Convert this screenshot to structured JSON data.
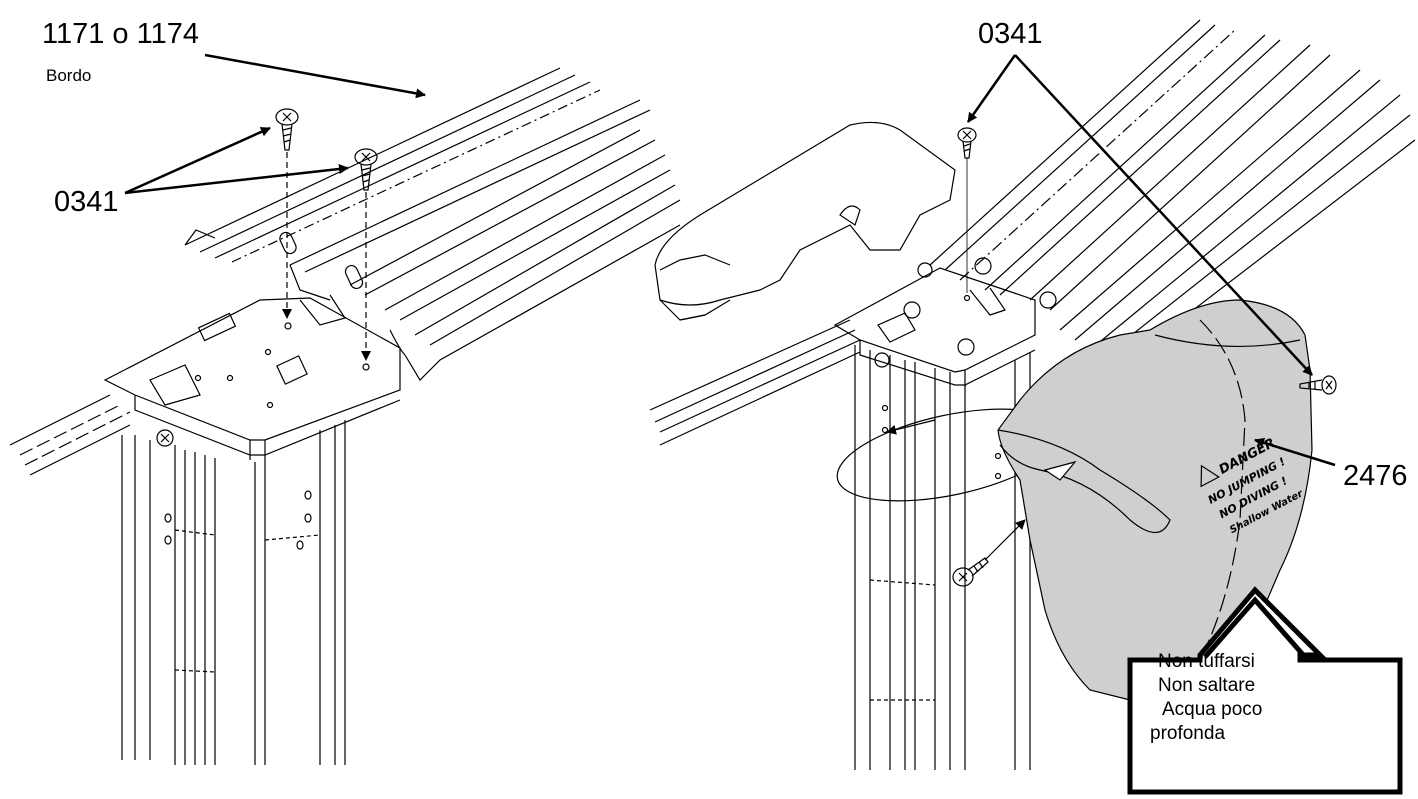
{
  "labels": {
    "edge_part": "1171 o 1174",
    "edge_name": "Bordo",
    "screw_left": "0341",
    "screw_right": "0341",
    "cap_part": "2476"
  },
  "warning_box": {
    "lines": [
      "Non tuffarsi",
      "Non saltare",
      "Acqua poco",
      "profonda"
    ]
  },
  "decal": {
    "lines": [
      "DANGER",
      "NO JUMPING !",
      "NO DIVING !",
      "Shallow Water"
    ]
  },
  "colors": {
    "line": "#000000",
    "cap_fill": "#cfcfcf",
    "background": "#ffffff"
  }
}
